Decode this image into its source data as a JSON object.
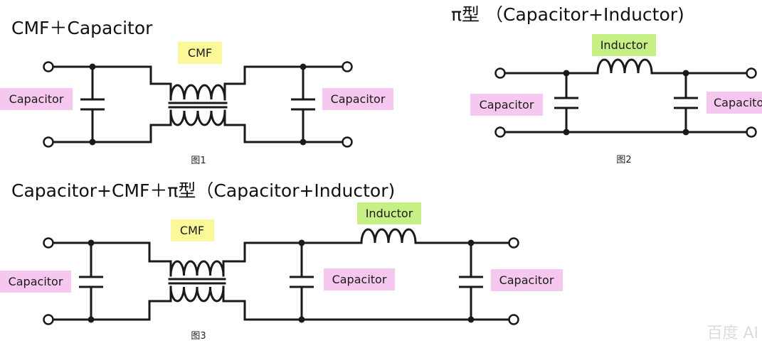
{
  "colors": {
    "capacitor_label_bg": "#f7c8ef",
    "cmf_label_bg": "#fbf89a",
    "inductor_label_bg": "#c6ef86",
    "line": "#1a1a1a"
  },
  "fig1": {
    "title": "CMF＋Capacitor",
    "cmf": "CMF",
    "cap_left": "Capacitor",
    "cap_right": "Capacitor",
    "caption": "图1"
  },
  "fig2": {
    "title": "π型 （Capacitor+Inductor)",
    "inductor": "Inductor",
    "cap_left": "Capacitor",
    "cap_right": "Capacitor",
    "caption": "图2"
  },
  "fig3": {
    "title": "Capacitor+CMF＋π型（Capacitor+Inductor)",
    "cmf": "CMF",
    "inductor": "Inductor",
    "cap_left": "Capacitor",
    "cap_mid": "Capacitor",
    "cap_right": "Capacitor",
    "caption": "图3"
  },
  "watermark": "百度 AI"
}
